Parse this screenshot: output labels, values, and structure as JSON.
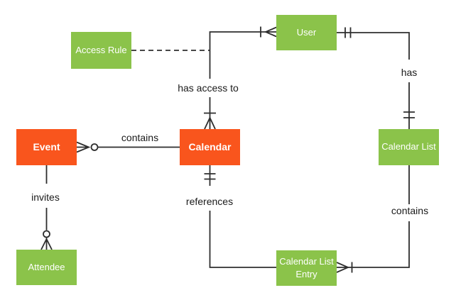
{
  "diagram": {
    "type": "entity-relationship",
    "notation": "crows-foot",
    "background": "#ffffff"
  },
  "colors": {
    "entity_primary": "#F9551D",
    "entity_secondary": "#8BC34A",
    "entity_text": "#ffffff",
    "connector": "#2e2e2e",
    "label_text": "#1a1a1a"
  },
  "entities": {
    "access_rule": {
      "label": "Access Rule",
      "color": "#8BC34A"
    },
    "user": {
      "label": "User",
      "color": "#8BC34A"
    },
    "event": {
      "label": "Event",
      "color": "#F9551D"
    },
    "calendar": {
      "label": "Calendar",
      "color": "#F9551D"
    },
    "calendar_list": {
      "label": "Calendar List",
      "color": "#8BC34A"
    },
    "attendee": {
      "label": "Attendee",
      "color": "#8BC34A"
    },
    "calendar_list_entry": {
      "label": "Calendar List Entry",
      "color": "#8BC34A"
    }
  },
  "relationships": {
    "contains_event": {
      "label": "contains",
      "from": "Calendar",
      "to": "Event",
      "to_cardinality": "zero-or-many",
      "line": "solid"
    },
    "has_access_to": {
      "label": "has access to",
      "from": "Calendar",
      "to": "User",
      "from_cardinality": "one-or-many",
      "to_cardinality": "one-or-many",
      "line": "solid"
    },
    "has": {
      "label": "has",
      "from": "User",
      "to": "Calendar List",
      "from_cardinality": "one-and-only-one",
      "to_cardinality": "one-and-only-one",
      "line": "solid"
    },
    "references": {
      "label": "references",
      "from": "Calendar",
      "to": "Calendar List Entry",
      "from_cardinality": "one-and-only-one",
      "line": "solid"
    },
    "contains_list": {
      "label": "contains",
      "from": "Calendar List",
      "to": "Calendar List Entry",
      "to_cardinality": "one-or-many",
      "line": "solid"
    },
    "invites": {
      "label": "invites",
      "from": "Event",
      "to": "Attendee",
      "to_cardinality": "zero-or-many",
      "line": "solid"
    },
    "access_rule_link": {
      "label": "",
      "from": "Access Rule",
      "to": "has access to",
      "line": "dashed"
    }
  }
}
